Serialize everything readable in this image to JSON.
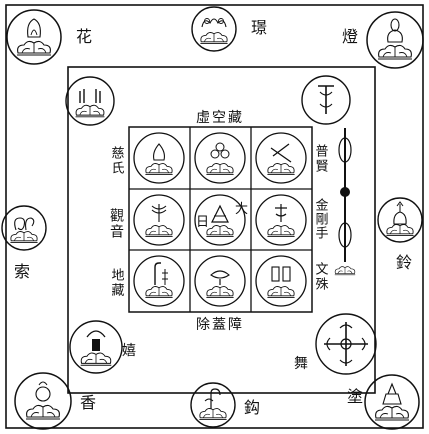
{
  "mandala": {
    "corners": {
      "top_left": "花",
      "top_right": "燈",
      "bottom_left": "香",
      "bottom_right": "塗"
    },
    "outer_mid": {
      "top": "璟",
      "bottom": "鈎",
      "left": "索",
      "right": "鈴"
    },
    "inner_square": {
      "top_label": "虛空藏",
      "bottom_label": "除蓋障",
      "left_labels": [
        "慈氏",
        "觀音",
        "地藏"
      ],
      "right_labels": [
        "普賢",
        "金剛手",
        "文殊"
      ],
      "inner_corner_bottom_left": "嬉",
      "inner_corner_bottom_right": "舞"
    },
    "grid_center": {
      "left": "日",
      "right": "大"
    }
  },
  "icons": {
    "corner_top_left": "lotus-flower-icon",
    "corner_top_right": "lotus-lamp-icon",
    "corner_bottom_left": "lotus-incense-icon",
    "corner_bottom_right": "lotus-stupa-icon",
    "outer_top": "lotus-garland-icon",
    "outer_bottom": "lotus-hook-icon",
    "outer_left": "lotus-noose-icon",
    "outer_right": "vajra-bell-icon",
    "inner_top_left": "lotus-hands-icon",
    "inner_top_right": "vajra-icon",
    "inner_bottom_left": "lotus-vajra-icon",
    "inner_bottom_right": "double-vajra-icon",
    "vertical_vajra": "long-vajra-icon",
    "small_lotus": "lotus-icon"
  },
  "colors": {
    "ink": "#111111",
    "paper": "#ffffff"
  }
}
